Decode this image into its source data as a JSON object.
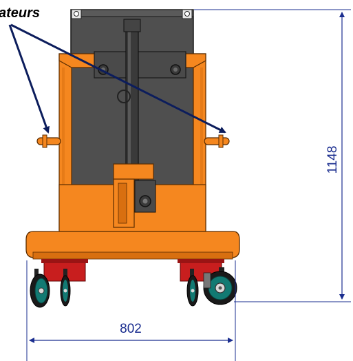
{
  "callout": {
    "label": "ateurs"
  },
  "dimensions": {
    "height": "1148",
    "width": "802"
  },
  "colors": {
    "orange": "#f5871f",
    "orange_dark": "#c85f08",
    "gray_panel": "#4f4f4f",
    "dim_blue": "#1a2d8f",
    "arrow_navy": "#0c1d5c",
    "wheel_teal": "#127a73",
    "red_bracket": "#c81e1e"
  }
}
